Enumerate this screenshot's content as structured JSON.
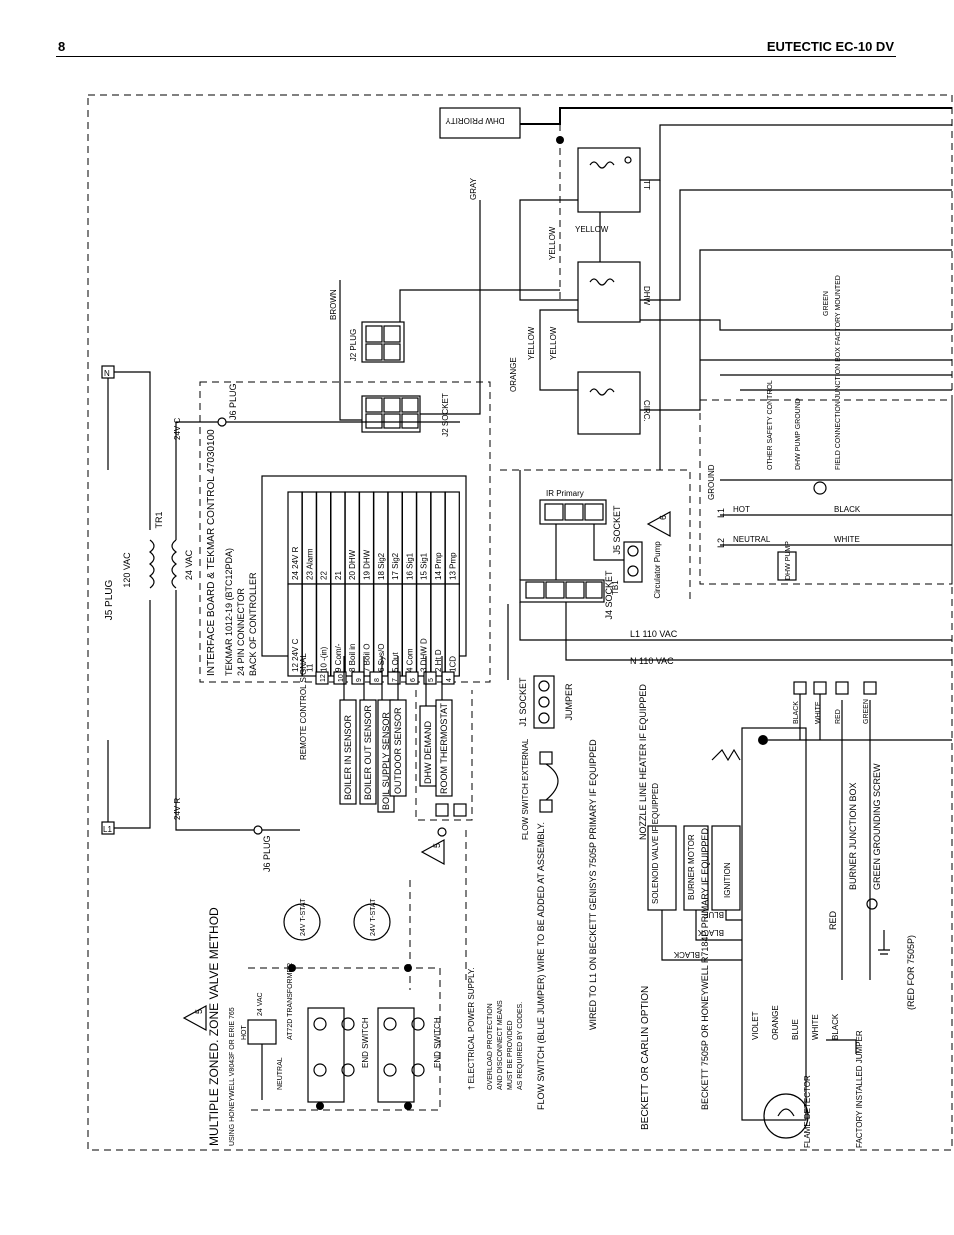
{
  "header": {
    "page_number": "8",
    "title": "EUTECTIC EC-10 DV"
  },
  "labels": {
    "dhw_priority": "DHW PRIORITY",
    "gray": "GRAY",
    "yellow": "YELLOW",
    "brown": "BROWN",
    "orange": "ORANGE",
    "green": "GREEN",
    "j2_plug": "J2 PLUG",
    "j2_socket": "J2 SOCKET",
    "j6_plug": "J6 PLUG",
    "j5_plug": "J5 PLUG",
    "j4_socket": "J4 SOCKET",
    "j5_socket": "J5 SOCKET",
    "j1_socket": "J1 SOCKET",
    "jumper": "JUMPER",
    "ir_primary": "IR Primary",
    "tb1": "TB1",
    "circulator_pump": "Circulator Pump",
    "tt": "TT",
    "dhw": "DHW",
    "circ": "CIRC.",
    "vac120": "120 VAC",
    "vac24": "24 VAC",
    "v24c": "24V C",
    "v24r": "24V R",
    "tr1": "TR1",
    "l1": "L1",
    "n": "N",
    "l2": "L2",
    "l1_110": "L1     110 VAC",
    "n_110": "N     110 VAC",
    "interface_board": "INTERFACE BOARD & TEKMAR CONTROL 47030100",
    "tekmar_1": "TEKMAR 1012-19 (BTC12PDA)",
    "tekmar_2": "24 PIN CONNECTOR",
    "tekmar_3": "BACK OF CONTROLLER",
    "remote_signal": "REMOTE CONTROL SIGNAL",
    "boiler_in_sensor": "BOILER IN SENSOR",
    "boiler_out_sensor": "BOILER OUT SENSOR",
    "boil_supply_sensor": "BOIL SUPPLY SENSOR",
    "outdoor_sensor": "OUTDOOR SENSOR",
    "dhw_demand": "DHW DEMAND",
    "room_thermostat": "ROOM THERMOSTAT",
    "flow_switch_ext": "FLOW SWITCH EXTERNAL",
    "flow_switch_note": "FLOW SWITCH (BLUE JUMPER) WIRE TO BE ADDED AT ASSEMBLY.",
    "electrical_supply": "† ELECTRICAL POWER SUPPLY.",
    "overload_1": "OVERLOAD PROTECTION",
    "overload_2": "AND DISCONNECT MEANS",
    "overload_3": "MUST BE PROVIDED",
    "overload_4": "AS REQUIRED BY CODES.",
    "multi_zone": "MULTIPLE ZONED. ZONE VALVE METHOD",
    "using_honeywell": "USING HONEYWELL V8043F OR ERIE 765",
    "transformer": "AT72D TRANSFORMER",
    "end_switch": "END SWITCH",
    "tstat_24v": "24V T-STAT",
    "hot": "HOT",
    "neutral": "NEUTRAL",
    "ground": "GROUND",
    "black": "BLACK",
    "white": "WHITE",
    "red": "RED",
    "blue": "BLUE",
    "violet": "VIOLET",
    "field_connection": "FIELD CONNECTION JUNCTION BOX FACTORY MOUNTED",
    "other_safety": "OTHER SAFETY CONTROL",
    "dhw_pump_ground": "DHW PUMP GROUND",
    "dhw_pump": "DHW PUMP",
    "nozzle_heater": "NOZZLE LINE HEATER IF EQUIPPED",
    "solenoid_valve": "SOLENOID VALVE IF EQUIPPED",
    "burner_motor": "BURNER MOTOR",
    "ignition": "IGNITION",
    "burner_junction_box": "BURNER JUNCTION BOX",
    "green_grounding": "GREEN GROUNDING SCREW",
    "red_for": "(RED FOR 7505P)",
    "wired_to_l1": "WIRED TO L1 ON BECKETT GENISYS 7505P PRIMARY IF EQUIPPED",
    "beckett_option": "BECKETT OR CARLIN OPTION",
    "beckett_primary": "BECKETT 7505P OR HONEYWELL R7184P PRIMARY IF EQUIPPED",
    "flame_detector": "FLAME DETECTOR",
    "factory_jumper": "FACTORY INSTALLED JUMPER"
  },
  "terminals_right": [
    "24 24V R",
    "23 Alarm",
    "22",
    "21",
    "20 DHW",
    "19 DHW",
    "18 Sig2",
    "17 Sig2",
    "16 Sig1",
    "15 Sig1",
    "14 Pmp",
    "13 Pmp"
  ],
  "terminals_left": [
    "12 24V C",
    "11",
    "10 -(in)",
    "9 Com/-",
    "8 Boil in",
    "7 Boil O",
    "6 Sys/O",
    "5 Out",
    "4 Com",
    "3 DHW D",
    "2 Ht D",
    "1CD"
  ],
  "pin_numbers": [
    "12",
    "10",
    "9",
    "8",
    "7",
    "6",
    "5",
    "4"
  ],
  "warning_marks": [
    "5",
    "6"
  ]
}
